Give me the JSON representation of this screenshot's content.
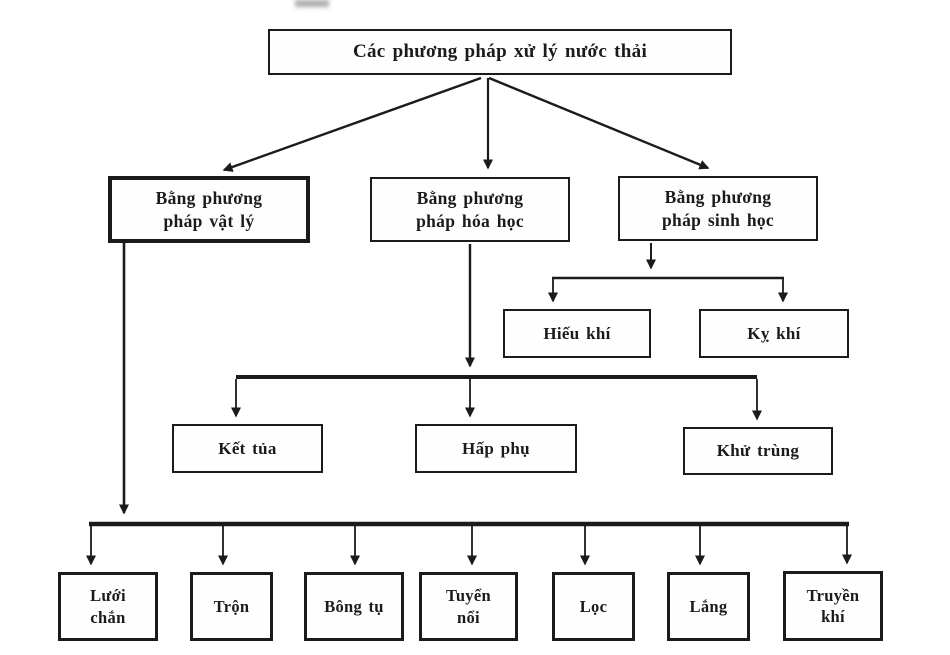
{
  "diagram": {
    "kind": "flowchart",
    "language": "Vietnamese",
    "nodes": {
      "root": {
        "lines": [
          "Các phương pháp xử lý nước thải"
        ]
      },
      "physical": {
        "lines": [
          "Bằng phương",
          "pháp vật lý"
        ]
      },
      "chemical": {
        "lines": [
          "Bằng phương",
          "pháp hóa học"
        ]
      },
      "biological": {
        "lines": [
          "Bằng phương",
          "pháp sinh học"
        ]
      },
      "aerobic": {
        "lines": [
          "Hiếu khí"
        ]
      },
      "anaerobic": {
        "lines": [
          "Kỵ khí"
        ]
      },
      "precipitation": {
        "lines": [
          "Kết tủa"
        ]
      },
      "adsorption": {
        "lines": [
          "Hấp phụ"
        ]
      },
      "disinfection": {
        "lines": [
          "Khử trùng"
        ]
      },
      "screening": {
        "lines": [
          "Lưới",
          "chắn"
        ]
      },
      "mixing": {
        "lines": [
          "Trộn"
        ]
      },
      "flocculation": {
        "lines": [
          "Bông tụ"
        ]
      },
      "flotation": {
        "lines": [
          "Tuyển",
          "nổi"
        ]
      },
      "filtration": {
        "lines": [
          "Lọc"
        ]
      },
      "sedimentation": {
        "lines": [
          "Lắng"
        ]
      },
      "aeration": {
        "lines": [
          "Truyền",
          "khí"
        ]
      }
    },
    "colors": {
      "background": "#ffffff",
      "box_border": "#1b1b1b",
      "text": "#1b1b1b",
      "line": "#1b1b1b"
    }
  }
}
